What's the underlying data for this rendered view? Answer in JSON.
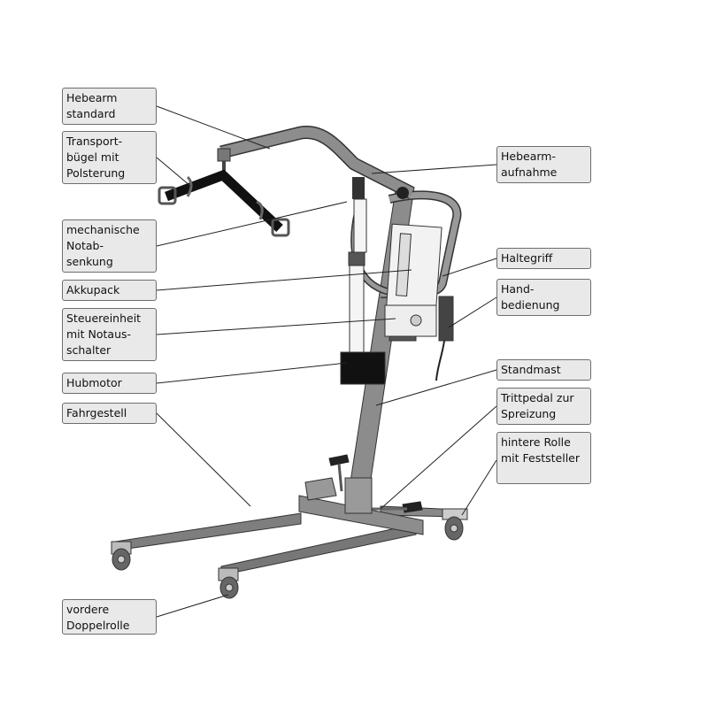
{
  "labels_left": [
    {
      "id": "hebearm-standard",
      "text": "Hebearm\nstandard"
    },
    {
      "id": "transportbuegel",
      "text": "Transport-\nbügel mit\nPolsterung"
    },
    {
      "id": "notabsenkung",
      "text": "mechanische\nNotab-\nsenkung"
    },
    {
      "id": "akkupack",
      "text": "Akkupack"
    },
    {
      "id": "steuereinheit",
      "text": "Steuereinheit\nmit Notaus-\nschalter"
    },
    {
      "id": "hubmotor",
      "text": "Hubmotor"
    },
    {
      "id": "fahrgestell",
      "text": "Fahrgestell"
    },
    {
      "id": "vordere-doppelrolle",
      "text": "vordere\nDoppelrolle"
    }
  ],
  "labels_right": [
    {
      "id": "hebearmaufnahme",
      "text": "Hebearm-\naufnahme"
    },
    {
      "id": "haltegriff",
      "text": "Haltegriff"
    },
    {
      "id": "handbedienung",
      "text": "Hand-\nbedienung"
    },
    {
      "id": "standmast",
      "text": "Standmast"
    },
    {
      "id": "trittpedal",
      "text": "Trittpedal zur\nSpreizung"
    },
    {
      "id": "hintere-rolle",
      "text": "hintere Rolle\nmit Feststeller"
    }
  ]
}
